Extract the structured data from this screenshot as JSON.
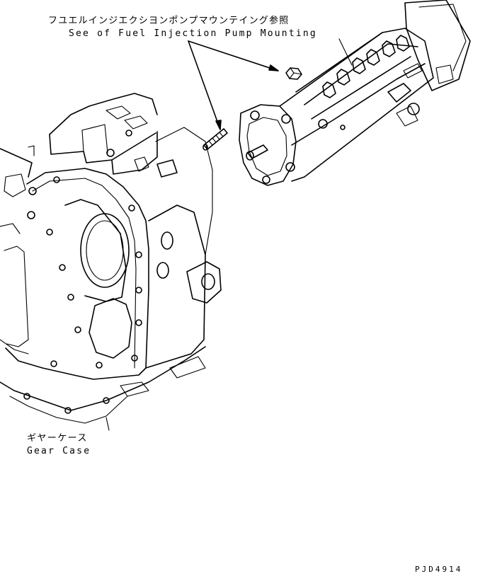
{
  "labels": {
    "fuel_pump_jp": "フユエルインジエクシヨンポンプマウンテイング参照",
    "fuel_pump_en": "See of Fuel Injection Pump Mounting",
    "gear_case_jp": "ギヤーケース",
    "gear_case_en": "Gear Case",
    "drawing_code": "PJD4914"
  }
}
